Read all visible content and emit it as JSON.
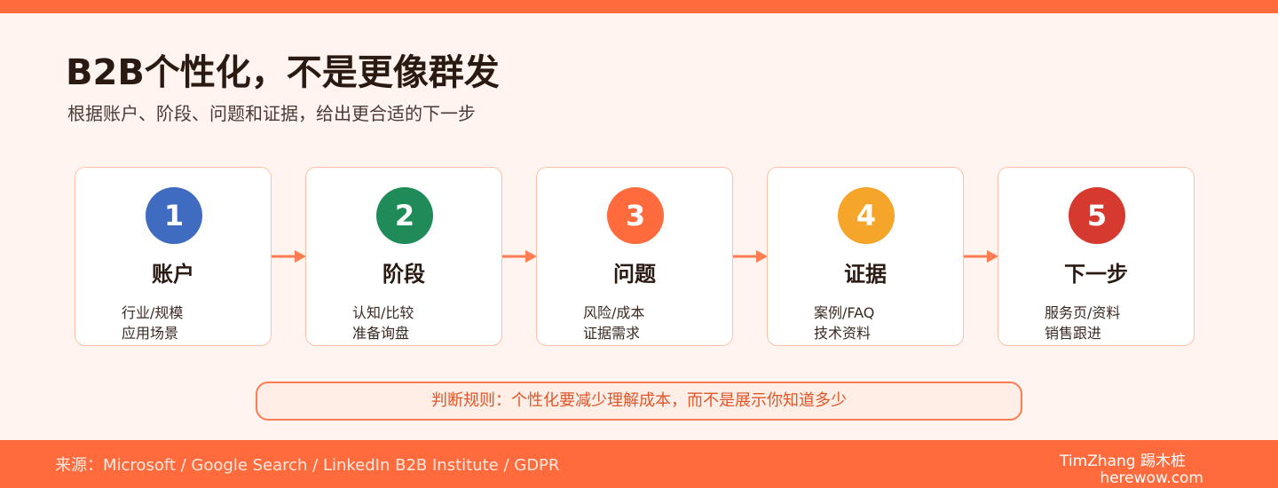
{
  "header": {
    "title": "B2B个性化，不是更像群发",
    "subtitle": "根据账户、阶段、问题和证据，给出更合适的下一步"
  },
  "steps": [
    {
      "number": "1",
      "title": "账户",
      "lines": [
        "行业/规模",
        "应用场景"
      ],
      "color": "#3f6cc0"
    },
    {
      "number": "2",
      "title": "阶段",
      "lines": [
        "认知/比较",
        "准备询盘"
      ],
      "color": "#1f8b58"
    },
    {
      "number": "3",
      "title": "问题",
      "lines": [
        "风险/成本",
        "证据需求"
      ],
      "color": "#ff6b3d"
    },
    {
      "number": "4",
      "title": "证据",
      "lines": [
        "案例/FAQ",
        "技术资料"
      ],
      "color": "#f5a52a"
    },
    {
      "number": "5",
      "title": "下一步",
      "lines": [
        "服务页/资料",
        "销售跟进"
      ],
      "color": "#d63a2e"
    }
  ],
  "rule": {
    "text": "判断规则：个性化要减少理解成本，而不是展示你知道多少"
  },
  "footer": {
    "source": "来源：Microsoft / Google Search / LinkedIn B2B Institute / GDPR",
    "brand_name": "TimZhang 踢木桩",
    "brand_site": "herewow.com"
  },
  "colors": {
    "accent": "#ff6b3d",
    "arrow": "#ff7b52",
    "card_border": "#ffc0a8",
    "background": "#fff4f0"
  }
}
